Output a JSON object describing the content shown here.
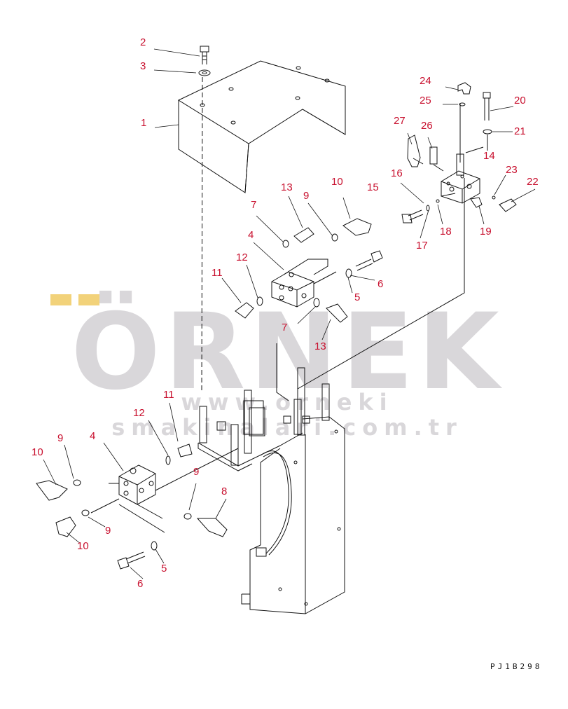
{
  "watermark": {
    "word": "ÖRNEK",
    "url": "www.orneki smakinalari.com.tr"
  },
  "drawing_code": "PJ1B298",
  "labels": [
    {
      "id": "p2",
      "text": "2"
    },
    {
      "id": "p3",
      "text": "3"
    },
    {
      "id": "p1",
      "text": "1"
    },
    {
      "id": "p24",
      "text": "24"
    },
    {
      "id": "p25",
      "text": "25"
    },
    {
      "id": "p20",
      "text": "20"
    },
    {
      "id": "p21",
      "text": "21"
    },
    {
      "id": "p27",
      "text": "27"
    },
    {
      "id": "p26",
      "text": "26"
    },
    {
      "id": "p14",
      "text": "14"
    },
    {
      "id": "p16",
      "text": "16"
    },
    {
      "id": "p23",
      "text": "23"
    },
    {
      "id": "p22",
      "text": "22"
    },
    {
      "id": "p13a",
      "text": "13"
    },
    {
      "id": "p10a",
      "text": "10"
    },
    {
      "id": "p15",
      "text": "15"
    },
    {
      "id": "p9a",
      "text": "9"
    },
    {
      "id": "p7a",
      "text": "7"
    },
    {
      "id": "p4a",
      "text": "4"
    },
    {
      "id": "p18",
      "text": "18"
    },
    {
      "id": "p19",
      "text": "19"
    },
    {
      "id": "p17",
      "text": "17"
    },
    {
      "id": "p11a",
      "text": "11"
    },
    {
      "id": "p12a",
      "text": "12"
    },
    {
      "id": "p6a",
      "text": "6"
    },
    {
      "id": "p5a",
      "text": "5"
    },
    {
      "id": "p7b",
      "text": "7"
    },
    {
      "id": "p13b",
      "text": "13"
    },
    {
      "id": "p11b",
      "text": "11"
    },
    {
      "id": "p12b",
      "text": "12"
    },
    {
      "id": "p9b",
      "text": "9"
    },
    {
      "id": "p4b",
      "text": "4"
    },
    {
      "id": "p10b",
      "text": "10"
    },
    {
      "id": "p9c",
      "text": "9"
    },
    {
      "id": "p8",
      "text": "8"
    },
    {
      "id": "p9d",
      "text": "9"
    },
    {
      "id": "p10c",
      "text": "10"
    },
    {
      "id": "p5b",
      "text": "5"
    },
    {
      "id": "p6b",
      "text": "6"
    }
  ]
}
